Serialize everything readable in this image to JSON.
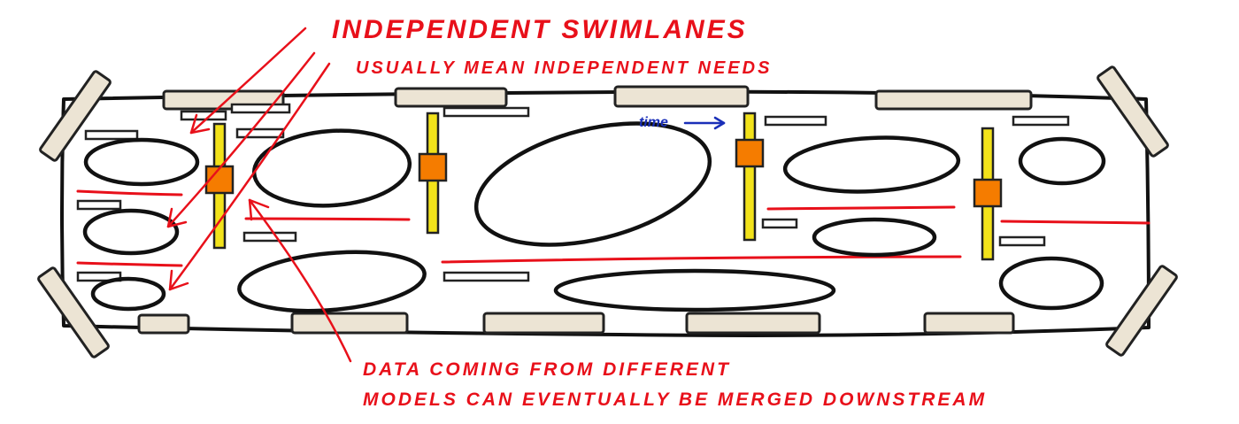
{
  "annotations": {
    "top_line1": "INDEPENDENT SWIMLANES",
    "top_line2": "USUALLY MEAN INDEPENDENT NEEDS",
    "bottom_line1": "DATA COMING FROM DIFFERENT",
    "bottom_line2": "MODELS CAN EVENTUALLY BE MERGED DOWNSTREAM",
    "time_label": "time"
  },
  "colors": {
    "annotation": "#e8101a",
    "time": "#1a2fb8",
    "tape": "#ece4d4",
    "pole": "#f2e21a",
    "handle": "#f57c00",
    "outline": "#111111"
  },
  "icons": {
    "arrow": "red-arrow-icon",
    "time_arrow": "blue-arrow-icon"
  }
}
